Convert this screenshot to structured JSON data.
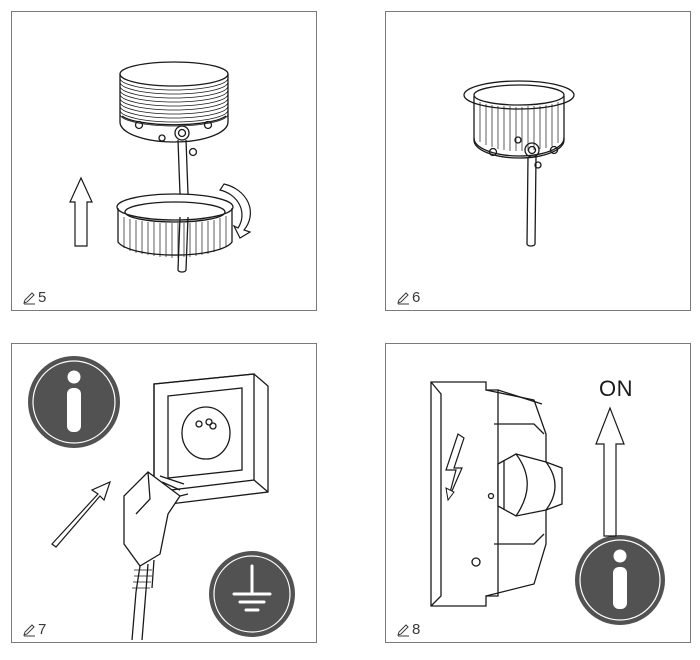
{
  "panels": [
    {
      "step": "5",
      "icon": "pencil-icon"
    },
    {
      "step": "6",
      "icon": "pencil-icon"
    },
    {
      "step": "7",
      "icon": "pencil-icon",
      "badges": [
        "info-icon",
        "ground-icon"
      ]
    },
    {
      "step": "8",
      "icon": "pencil-icon",
      "badges": [
        "info-icon",
        "lightning-icon"
      ],
      "label": "ON"
    }
  ],
  "colors": {
    "badge": "#525252",
    "stroke": "#1a1a1a",
    "border": "#7a7a7a"
  }
}
